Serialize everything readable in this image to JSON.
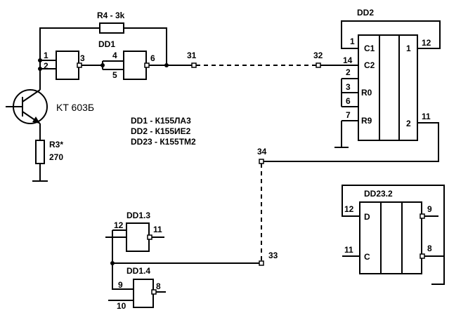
{
  "components": {
    "r4": {
      "label": "R4 - 3k"
    },
    "r3": {
      "label": "R3*",
      "value": "270"
    },
    "transistor": {
      "label": "KT 603Б"
    },
    "dd1": {
      "label": "DD1",
      "g1_in_a": "1",
      "g1_in_b": "2",
      "g1_out": "3",
      "g2_in_a": "4",
      "g2_in_b": "5",
      "g2_out": "6"
    },
    "dd2": {
      "label": "DD2",
      "pins": {
        "c1": "C1",
        "c2": "C2",
        "r0": "R0",
        "r9": "R9",
        "p1": "1",
        "p14": "14",
        "p2": "2",
        "p3": "3",
        "p6": "6",
        "p7": "7",
        "out1": "1",
        "out2": "2",
        "p12": "12",
        "p11": "11"
      }
    },
    "dd13": {
      "label": "DD1.3",
      "in": "12",
      "out": "11"
    },
    "dd14": {
      "label": "DD1.4",
      "in_a": "9",
      "in_b": "10",
      "out": "8"
    },
    "dd232": {
      "label": "DD23.2",
      "d": "D",
      "c": "C",
      "p12": "12",
      "p11": "11",
      "p9": "9",
      "p8": "8"
    }
  },
  "terminals": {
    "t31": "31",
    "t32": "32",
    "t33": "33",
    "t34": "34"
  },
  "parts_list": [
    "DD1 - К155ЛА3",
    "DD2 - К155ИЕ2",
    "DD23 - К155ТМ2"
  ]
}
